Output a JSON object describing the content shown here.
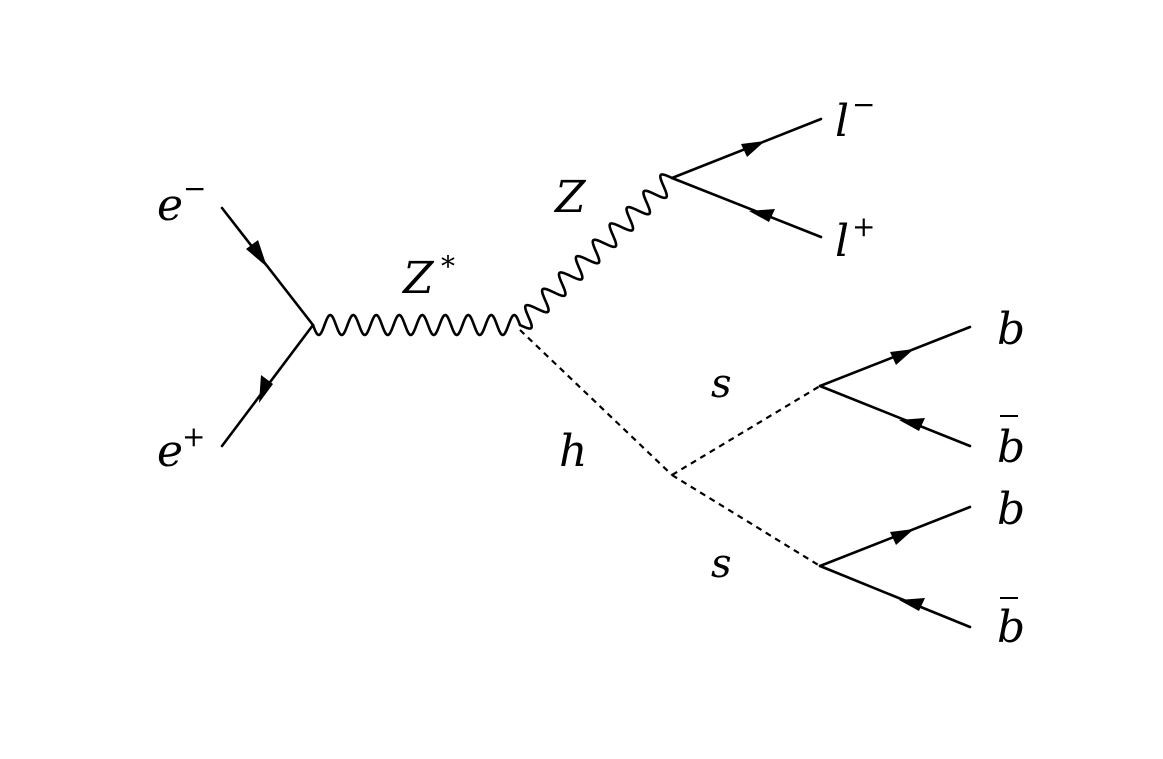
{
  "labels": {
    "e_minus": "e",
    "e_minus_sup": "−",
    "e_plus": "e",
    "e_plus_sup": "+",
    "z_star": "Z",
    "z_star_sup": "*",
    "z": "Z",
    "h": "h",
    "l_minus": "l",
    "l_minus_sup": "−",
    "l_plus": "l",
    "l_plus_sup": "+",
    "s_upper": "s",
    "s_lower": "s",
    "b_1": "b",
    "bbar_1": "b",
    "b_2": "b",
    "bbar_2": "b"
  }
}
